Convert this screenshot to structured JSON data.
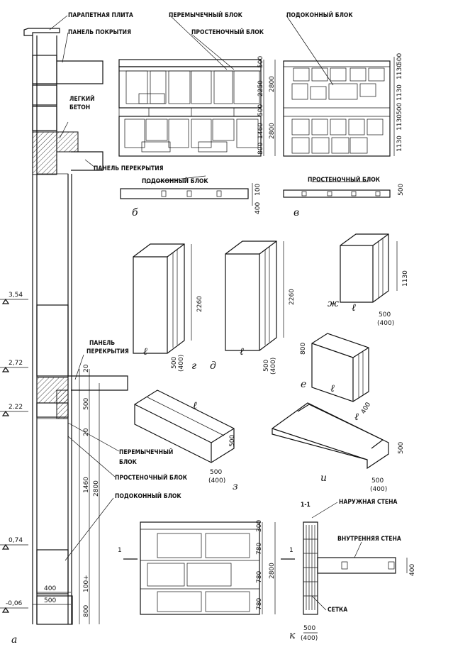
{
  "labels": {
    "parapet": "ПАРАПЕТНАЯ ПЛИТА",
    "roof_panel": "ПАНЕЛЬ ПОКРЫТИЯ",
    "light_concrete_1": "ЛЕГКИЙ",
    "light_concrete_2": "БЕТОН",
    "floor_panel_top": "ПАНЕЛЬ ПЕРЕКРЫТИЯ",
    "floor_panel_mid_1": "ПАНЕЛЬ",
    "floor_panel_mid_2": "ПЕРЕКРЫТИЯ",
    "lintel_block_top": "ПЕРЕМЫЧЕЧНЫЙ БЛОК",
    "pier_block_top": "ПРОСТЕНОЧНЫЙ БЛОК",
    "sill_block_top": "ПОДОКОННЫЙ БЛОК",
    "sill_block_b": "ПОДОКОННЫЙ БЛОК",
    "pier_block_v": "ПРОСТЕНОЧНЫЙ БЛОК",
    "lintel_block_left_1": "ПЕРЕМЫЧЕЧНЫЙ",
    "lintel_block_left_2": "БЛОК",
    "pier_block_left": "ПРОСТЕНОЧНЫЙ БЛОК",
    "sill_block_left": "ПОДОКОННЫЙ БЛОК",
    "section": "1-1",
    "outer_wall": "НАРУЖНАЯ СТЕНА",
    "inner_wall": "ВНУТРЕННЯЯ СТЕНА",
    "mesh": "СЕТКА"
  },
  "levels": [
    "3,54",
    "2,72",
    "2.22",
    "0,74",
    "-0,06"
  ],
  "letters": {
    "a": "а",
    "b": "б",
    "v": "в",
    "g": "г",
    "d": "д",
    "e": "е",
    "zh": "ж",
    "z": "з",
    "i": "и",
    "k": "к",
    "l": "ℓ"
  },
  "dims": {
    "b_h1": "500",
    "b_h2": "2250",
    "b_total1": "2800",
    "b_h3": "500",
    "b_h4": "1460",
    "b_h5": "800",
    "b_total2": "2800",
    "v_1130a": "1130",
    "v_1130b": "1130",
    "v_1130c": "1130",
    "v_1130d": "1130",
    "v_500a": "500",
    "v_500b": "500",
    "b_sec_100": "100",
    "b_sec_400": "400",
    "v_sec_500": "500",
    "g_h": "2260",
    "g_w": "500",
    "g_w2": "(400)",
    "d_h": "2260",
    "d_w": "500",
    "d_w2": "(400)",
    "zh_h": "1130",
    "zh_w": "500",
    "zh_w2": "(400)",
    "e_h": "800",
    "e_w": "400",
    "z_h": "500",
    "z_w": "500",
    "z_w2": "(400)",
    "i_h": "500",
    "i_w": "500",
    "i_w2": "(400)",
    "a_20a": "20",
    "a_500": "500",
    "a_20b": "20",
    "a_1460": "1460",
    "a_2800": "2800",
    "a_400": "400",
    "a_100": "100+",
    "a_500b": "500",
    "a_800": "800",
    "k_300": "300",
    "k_780a": "780",
    "k_780b": "780",
    "k_780c": "780",
    "k_2800": "2800",
    "k_400": "400",
    "k_500": "500",
    "k_500b": "(400)",
    "sec_mark": "1"
  }
}
